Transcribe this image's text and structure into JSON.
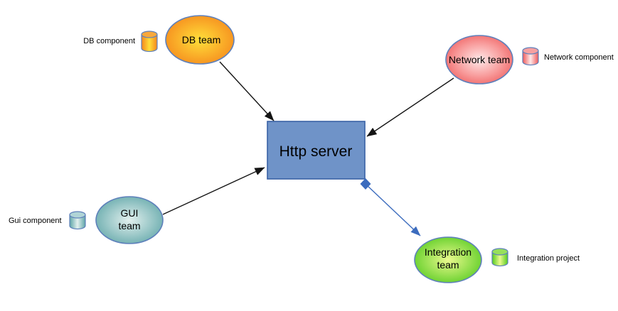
{
  "nodes": {
    "http_server": {
      "label": "Http server"
    },
    "db_team": {
      "label": "DB team"
    },
    "network_team": {
      "label": "Network team"
    },
    "gui_team": {
      "line1": "GUI",
      "line2": "team"
    },
    "integration_team": {
      "line1": "Integration",
      "line2": "team"
    }
  },
  "components": {
    "db": {
      "label": "DB component"
    },
    "network": {
      "label": "Network component"
    },
    "gui": {
      "label": "Gui component"
    },
    "integration": {
      "label": "Integration project"
    }
  },
  "colors": {
    "http_fill": "#6f93c8",
    "http_border": "#3a62a6",
    "node_border": "#5e80bb",
    "arrow_black": "#141414",
    "arrow_blue": "#3c6cbe",
    "db_center": "#ffdf3a",
    "db_edge": "#f5851b",
    "db_top": "#f8a83c",
    "network_center": "#ffe9e9",
    "network_mid": "#f89c9c",
    "network_edge": "#ee5959",
    "network_top": "#f8a0a0",
    "gui_center": "#e2f0ee",
    "gui_edge": "#5ea5a7",
    "gui_top": "#b0d4d6",
    "integration_center": "#ebfa8e",
    "integration_edge": "#53ca1e",
    "integration_top": "#97e05a"
  }
}
